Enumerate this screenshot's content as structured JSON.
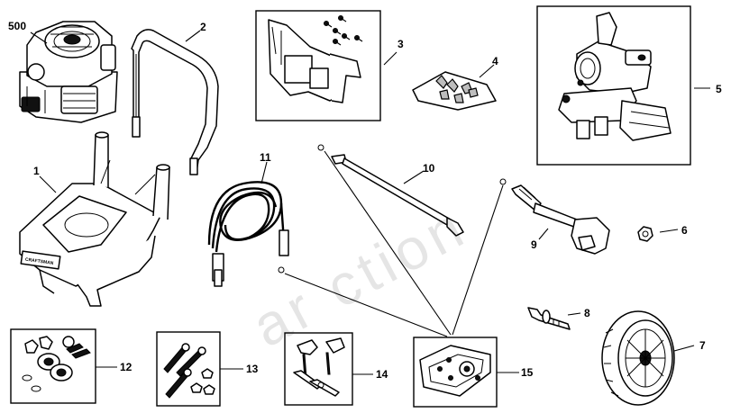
{
  "callouts": {
    "p500": "500",
    "p1": "1",
    "p2": "2",
    "p3": "3",
    "p4": "4",
    "p5": "5",
    "p6": "6",
    "p7": "7",
    "p8": "8",
    "p9": "9",
    "p10": "10",
    "p11": "11",
    "p12": "12",
    "p13": "13",
    "p14": "14",
    "p15": "15"
  },
  "frame_label": "CRAFTSMAN",
  "watermark": "ar  ction"
}
